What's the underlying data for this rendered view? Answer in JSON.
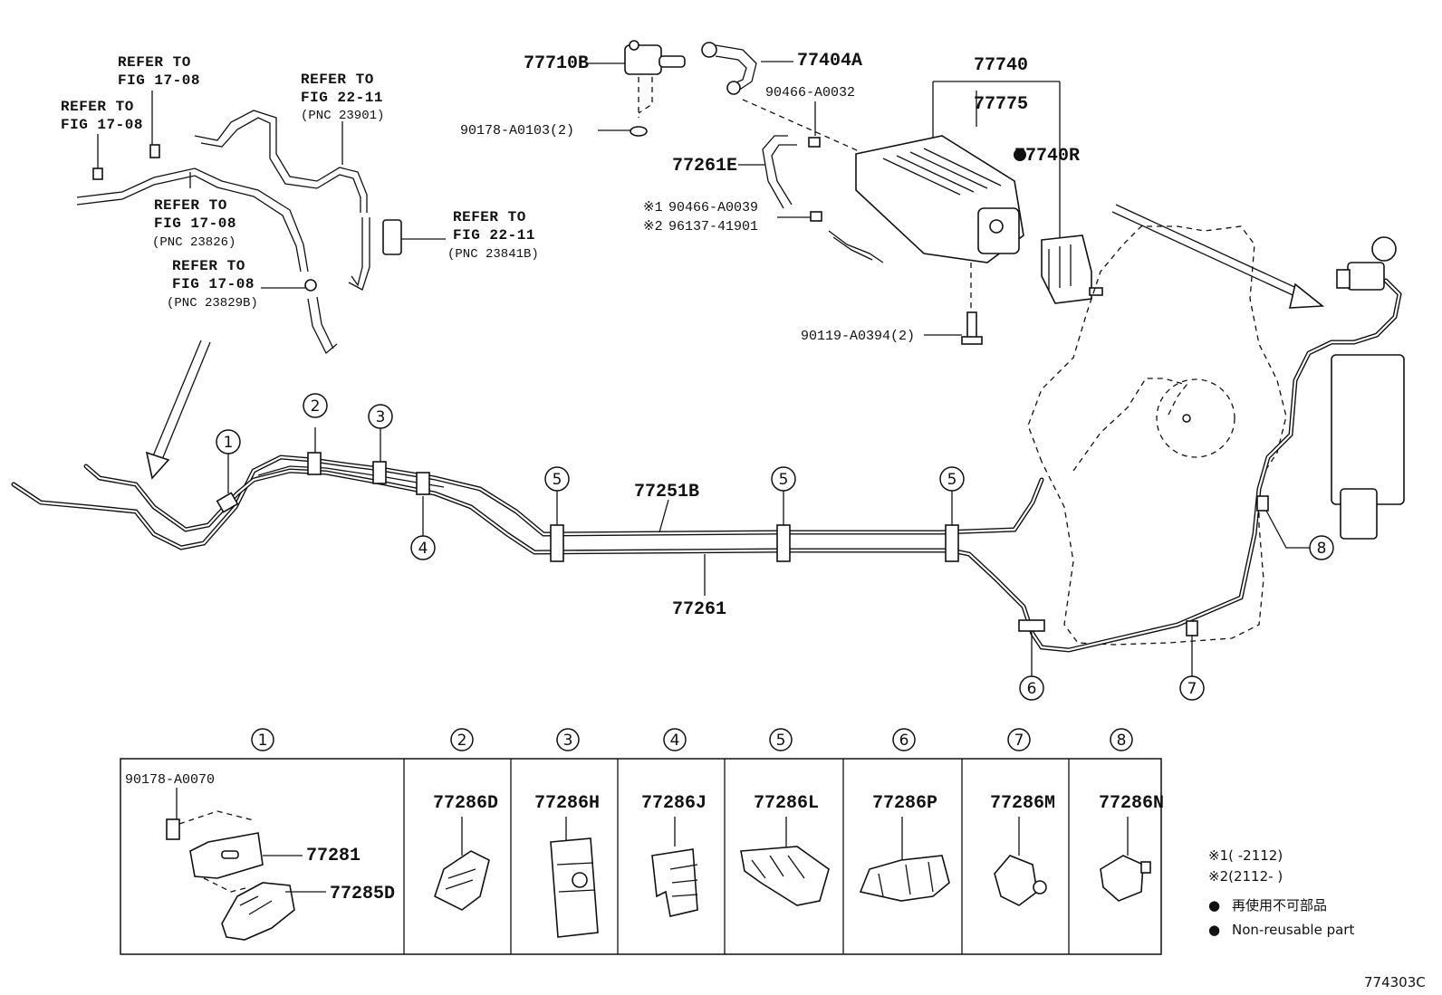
{
  "figure_code": "774303C",
  "refs": {
    "fig_17_08": "FIG 17-08",
    "fig_22_11": "FIG 22-11",
    "refer_to": "REFER TO",
    "pnc_23901": "(PNC 23901)",
    "pnc_23826": "(PNC 23826)",
    "pnc_23829b": "(PNC 23829B)",
    "pnc_23841b": "(PNC 23841B)"
  },
  "parts": {
    "p77710B": "77710B",
    "p77404A": "77404A",
    "p77740": "77740",
    "p77775": "77775",
    "p77740R": "77740R",
    "p90466_A0032": "90466-A0032",
    "p90178_A0103": "90178-A0103(2)",
    "p77261E": "77261E",
    "p90466_A0039": "90466-A0039",
    "p96137_41901": "96137-41901",
    "p90119_A0394": "90119-A0394(2)",
    "p77251B": "77251B",
    "p77261": "77261",
    "note1_mark": "※1",
    "note2_mark": "※2"
  },
  "callouts": [
    "1",
    "2",
    "3",
    "4",
    "5",
    "6",
    "7",
    "8"
  ],
  "table": {
    "col1_parts": [
      "90178-A0070",
      "77281",
      "77285D"
    ],
    "col_parts": [
      "77286D",
      "77286H",
      "77286J",
      "77286L",
      "77286P",
      "77286M",
      "77286N"
    ]
  },
  "legend": {
    "note1": "※1(      -2112)",
    "note2": "※2(2112-      )",
    "jp": "再使用不可部品",
    "en": "Non-reusable part",
    "bullet": "●"
  }
}
